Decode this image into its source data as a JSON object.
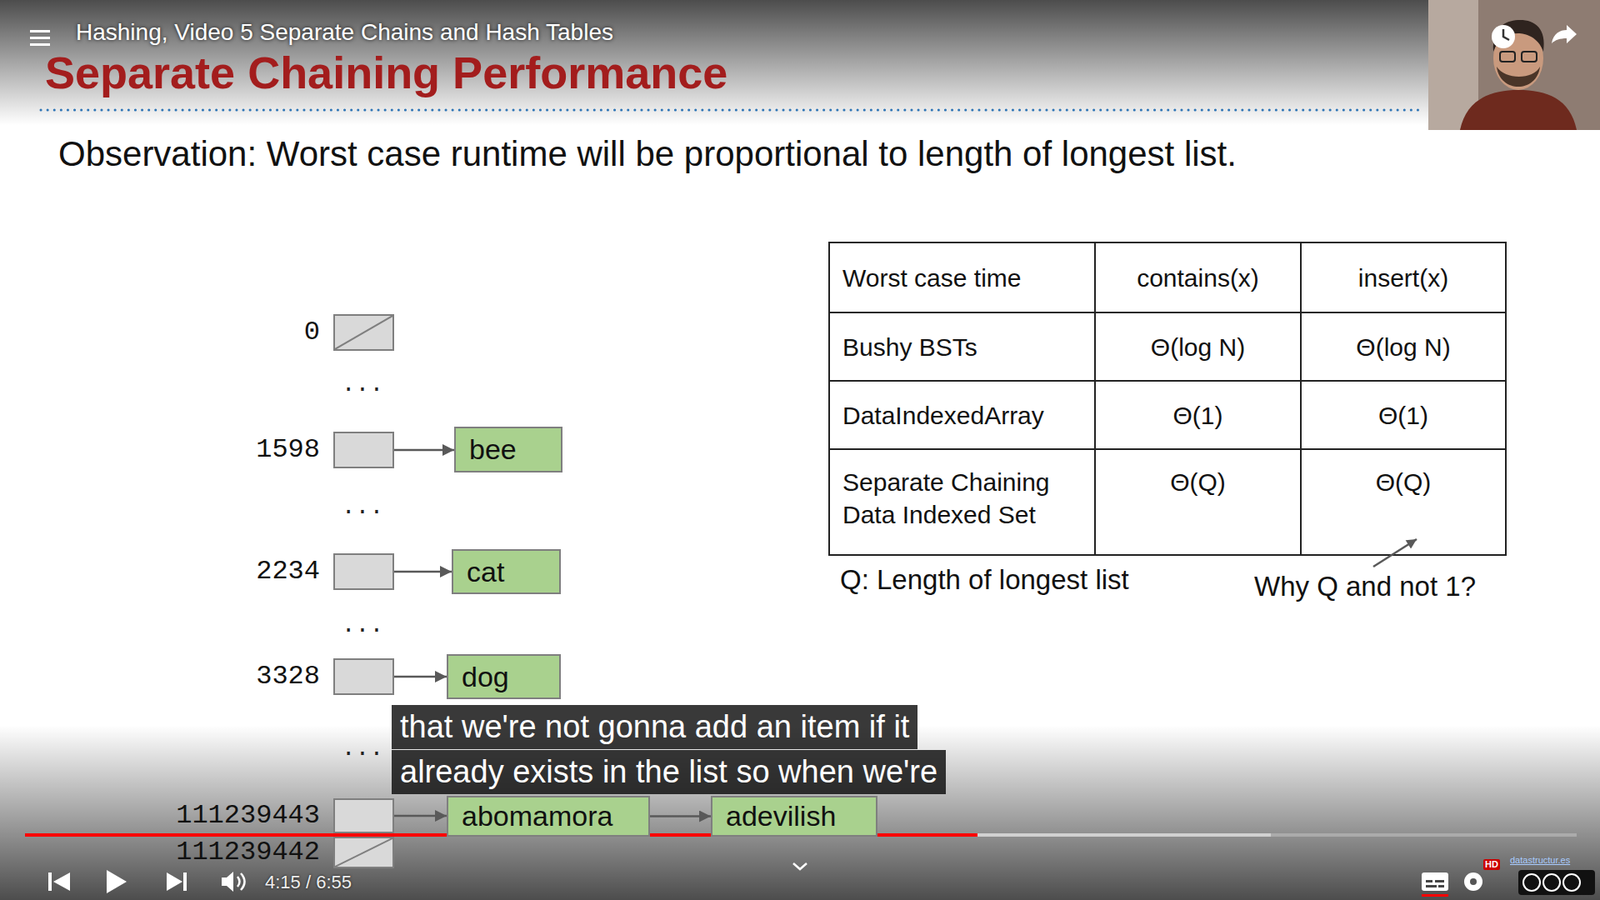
{
  "diagram": {
    "title": "Separate Chaining Performance",
    "nodes": [
      {
        "text": [
          "0"
        ]
      },
      {
        "text": [
          "1598"
        ]
      },
      {
        "text": [
          "bee"
        ]
      },
      {
        "text": [
          "2234"
        ]
      },
      {
        "text": [
          "cat"
        ]
      },
      {
        "text": [
          "3328"
        ]
      },
      {
        "text": [
          "dog"
        ]
      },
      {
        "text": [
          "111239443"
        ]
      },
      {
        "text": [
          "abomamora"
        ]
      },
      {
        "text": [
          "adevilish"
        ]
      },
      {
        "text": [
          "111239442"
        ]
      }
    ],
    "edges": [
      {
        "from": 1,
        "to": 2,
        "arrow": "to"
      },
      {
        "from": 3,
        "to": 4,
        "arrow": "to"
      },
      {
        "from": 5,
        "to": 6,
        "arrow": "to"
      },
      {
        "from": 7,
        "to": 8,
        "arrow": "to"
      },
      {
        "from": 8,
        "to": 9,
        "arrow": "to"
      }
    ],
    "labels": [
      "Hashing, Video 5 Separate Chains and Hash Tables",
      "Observation: Worst case runtime will be proportional to length of longest list.",
      "...",
      "...",
      "...",
      "...",
      "Worst case time",
      "contains(x)",
      "insert(x)",
      "Bushy BSTs",
      "Θ(log N)",
      "Θ(log N)",
      "DataIndexedArray",
      "Θ(1)",
      "Θ(1)",
      "Separate Chaining Data Indexed Set",
      "Θ(Q)",
      "Θ(Q)",
      "Q: Length of longest list",
      "Why Q and not 1?",
      "that we're not gonna add an item if it",
      "already exists in the list so when we're",
      "4:15 / 6:55",
      "HD",
      "datastructur.es"
    ]
  }
}
